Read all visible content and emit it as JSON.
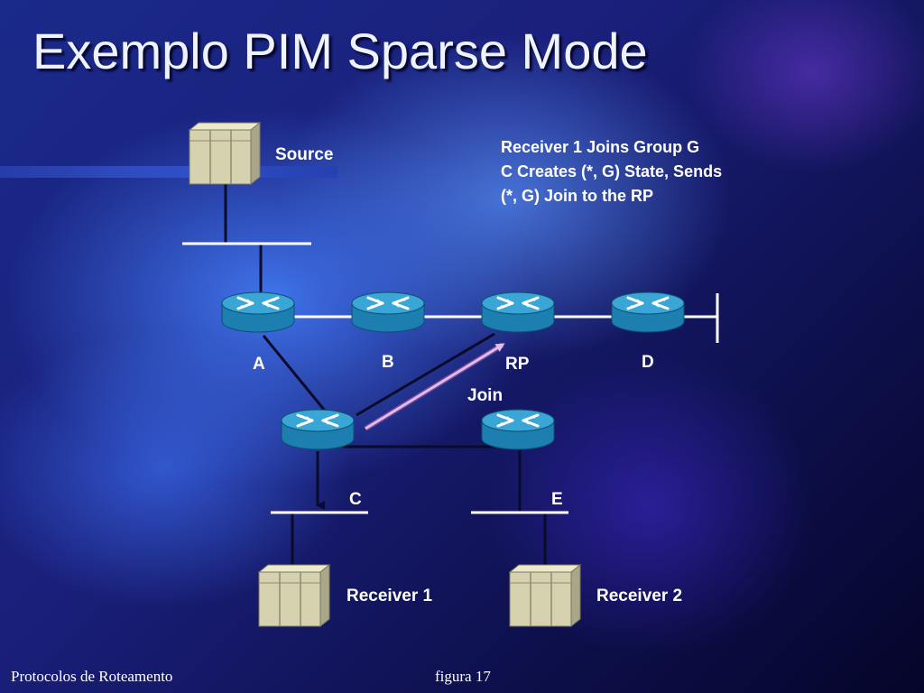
{
  "slide": {
    "title": "Exemplo PIM Sparse Mode",
    "footer_left": "Protocolos de Roteamento",
    "footer_center": "figura 17"
  },
  "hosts": {
    "source": "Source",
    "receiver1": "Receiver 1",
    "receiver2": "Receiver 2"
  },
  "routers": {
    "a": "A",
    "b": "B",
    "rp": "RP",
    "d": "D",
    "c": "C",
    "e": "E"
  },
  "arrow_label": "Join",
  "note": [
    "Receiver 1 Joins Group G",
    "C Creates (*, G) State, Sends",
    "(*, G) Join to the RP"
  ],
  "colors": {
    "router_top": "#3aa6d6",
    "router_side": "#1c7fb0",
    "host_fill": "#d6d2b0",
    "join_arrow": "#e7b8e8",
    "link": "#0a0a2a",
    "lan": "#ffffff"
  }
}
